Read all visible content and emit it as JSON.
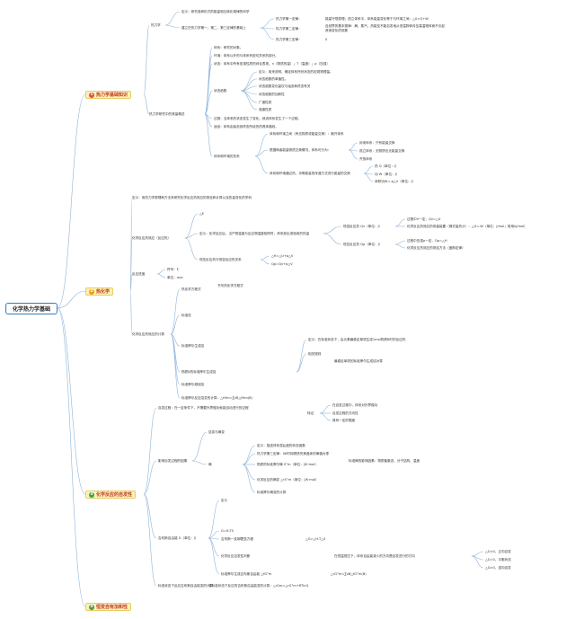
{
  "colors": {
    "line": "#8fb4d9",
    "branch_fill": "#fdf2b6",
    "badge_1": "#e74c3c",
    "badge_2": "#f39c12",
    "badge_3": "#2eaa4a",
    "badge_4": "#3fa14a"
  },
  "root": {
    "title": "化学热力学基础"
  },
  "branches": [
    {
      "num": "1",
      "label": "热力学基础知识"
    },
    {
      "num": "2",
      "label": "热化学"
    },
    {
      "num": "3",
      "label": "化学反应的自发性"
    },
    {
      "num": "4",
      "label": "恒变自有加和性"
    }
  ],
  "b1": {
    "n1": "热力学",
    "n2": "定义：研究各种形式的能量相互转化规律的科学",
    "n3": "建立在热力学第一、第二、第三定律的基础上",
    "n4": "热力学第一定律：",
    "n5": "能量守恒原理；孤立体系中，体系能量变化等于与环境之间：△U=Q+W",
    "n6": "热力学第二定律：",
    "n7": "自然界的基本规律：熵、蒸汽、热能至不能自发地从低温物体传至高温物体而不引起其他变化的现象",
    "n8": "热力学第三定律：",
    "n9": "S",
    "n10": "热力学研究中的常量概念",
    "n11": "体系：研究的对象。",
    "n12": "环境：体系以外的与体系有密切关系的部分。",
    "n13": "状态：体系中所有宏观性质的综合表现。n（物质的量）；T（温度）；p（压强）",
    "n14": "状态函数",
    "n15": "定义：用来说明、确定体系所处状态的宏观物理量。",
    "n16": "状态函数的单值性。",
    "n17": "状态函数变化量仅与始态和终态有关",
    "n18": "状态函数的加和性",
    "n19": "广度性质",
    "n20": "强度性质",
    "n21": "过程：当体系的状态发生了变化，就说体系发生了一个过程。",
    "n22": "途径：体系由始态到终态所经历的具体路线。",
    "n23": "体系和环境的关系",
    "n24": "体系和环境之间（有无物质或能量交换）：敞开体系",
    "n25": "根据两者能量物质交换情况，体系可分为：",
    "n26": "封闭体系：只有能量交换",
    "n27": "孤立体系：无物质也无能量交换",
    "n28": "开放体系",
    "n29": "体系和环境通过热、功等能量的传递方式进行能量的交换",
    "n30": "热 Q（单位：J）",
    "n31": "功 W（单位：J）",
    "n32": "体积功W=-p△V（单位：J）"
  },
  "b2": {
    "n1": "定义：用热力学原理和方法来研究化学反应热效应的测定和计算以及热量变化的学科",
    "n2": "化学反应热效应（反应热）",
    "n3": "△E",
    "n4": "定义：化学反应后，当产物温度与反应物温度相同时，体系放出或吸收的热量",
    "n5": "恒容反应热 Qv（单位：J）",
    "n6": "过程中V一定，Qv=△U",
    "n7": "化学反应热效应的测量装置（弹式量热计）：△U=-W（单位：J/mol；常用kJ/mol）",
    "n8": "恒压反应热 Qp（单位：J）",
    "n9": "过程中压强p一定，Qp=△H",
    "n10": "化学反应热效应的测定方法（盖斯定律）",
    "n11": "恒压反应热与恒容反应热关系",
    "n12": "△H=△U+p△V",
    "n13": "Qp=Qv+p△V",
    "n14": "反应进度",
    "n15": "符号：ξ",
    "n16": "单位：mol",
    "n17": "化学反应热效应的计算",
    "n18": "热化学方程式",
    "n19": "书写热化学方程式",
    "n20": "标准态",
    "n21": "标准摩尔生成焓",
    "n22": "物质B的标准摩尔生成焓",
    "n23": "定义：在标准状态下，由元素最稳定单质生成1mol物质B时的反应热",
    "n24": "相关规则",
    "n25": "最稳定单质的标准摩尔生成焓为零",
    "n26": "标准摩尔燃烧焓",
    "n27": "标准摩尔反应焓变的计算：△rHm=∑νB△fHm(B)"
  },
  "b3": {
    "n1": "自发过程：在一定条件下，不需要外界做功就能自动进行的过程",
    "n2": "特征",
    "n3": "在自发过程中，体系对外界做功",
    "n4": "自发过程的方向性",
    "n5": "具有一定的限度",
    "n6": "影响自发过程的因素",
    "n7": "焓变与熵变",
    "n8": "熵",
    "n9": "定义：描述体系混乱度的状态函数",
    "n10": "热力学第三定律：0K时纯物质完美晶体的熵值为零",
    "n11": "物质的标准摩尔熵 S°m（单位：J/K·mol）",
    "n12": "标准熵的影响因素：物质聚集态、分子结构、温度",
    "n13": "化学反应的熵变 △rS°m（单位：J/K·mol）",
    "n14": "标准摩尔熵变的计算",
    "n15": "吉布斯自由能 G（单位：J）",
    "n16": "定义",
    "n17": "G=H-TS",
    "n18": "吉布斯一亥姆霍兹方程",
    "n19": "△G=△H-T△S",
    "n20": "化学反应自发性判断",
    "n21": "△G<0，正向自发",
    "n22": "△G=0，平衡状态",
    "n23": "△G>0，逆向自发",
    "n24": "标准摩尔生成吉布斯自由能 △fG°m",
    "n25": "△rG°m=∑νB△fG°m(B)",
    "n26": "标准状态下反应吉布斯自由能变的计算",
    "n27": "在恒温恒压下，体系自由能减少的方向是自发进行的方向",
    "n28": "非标准状态下反应的吉布斯自由能变的计算：△rGm=△rG°m+RTlnQ"
  }
}
